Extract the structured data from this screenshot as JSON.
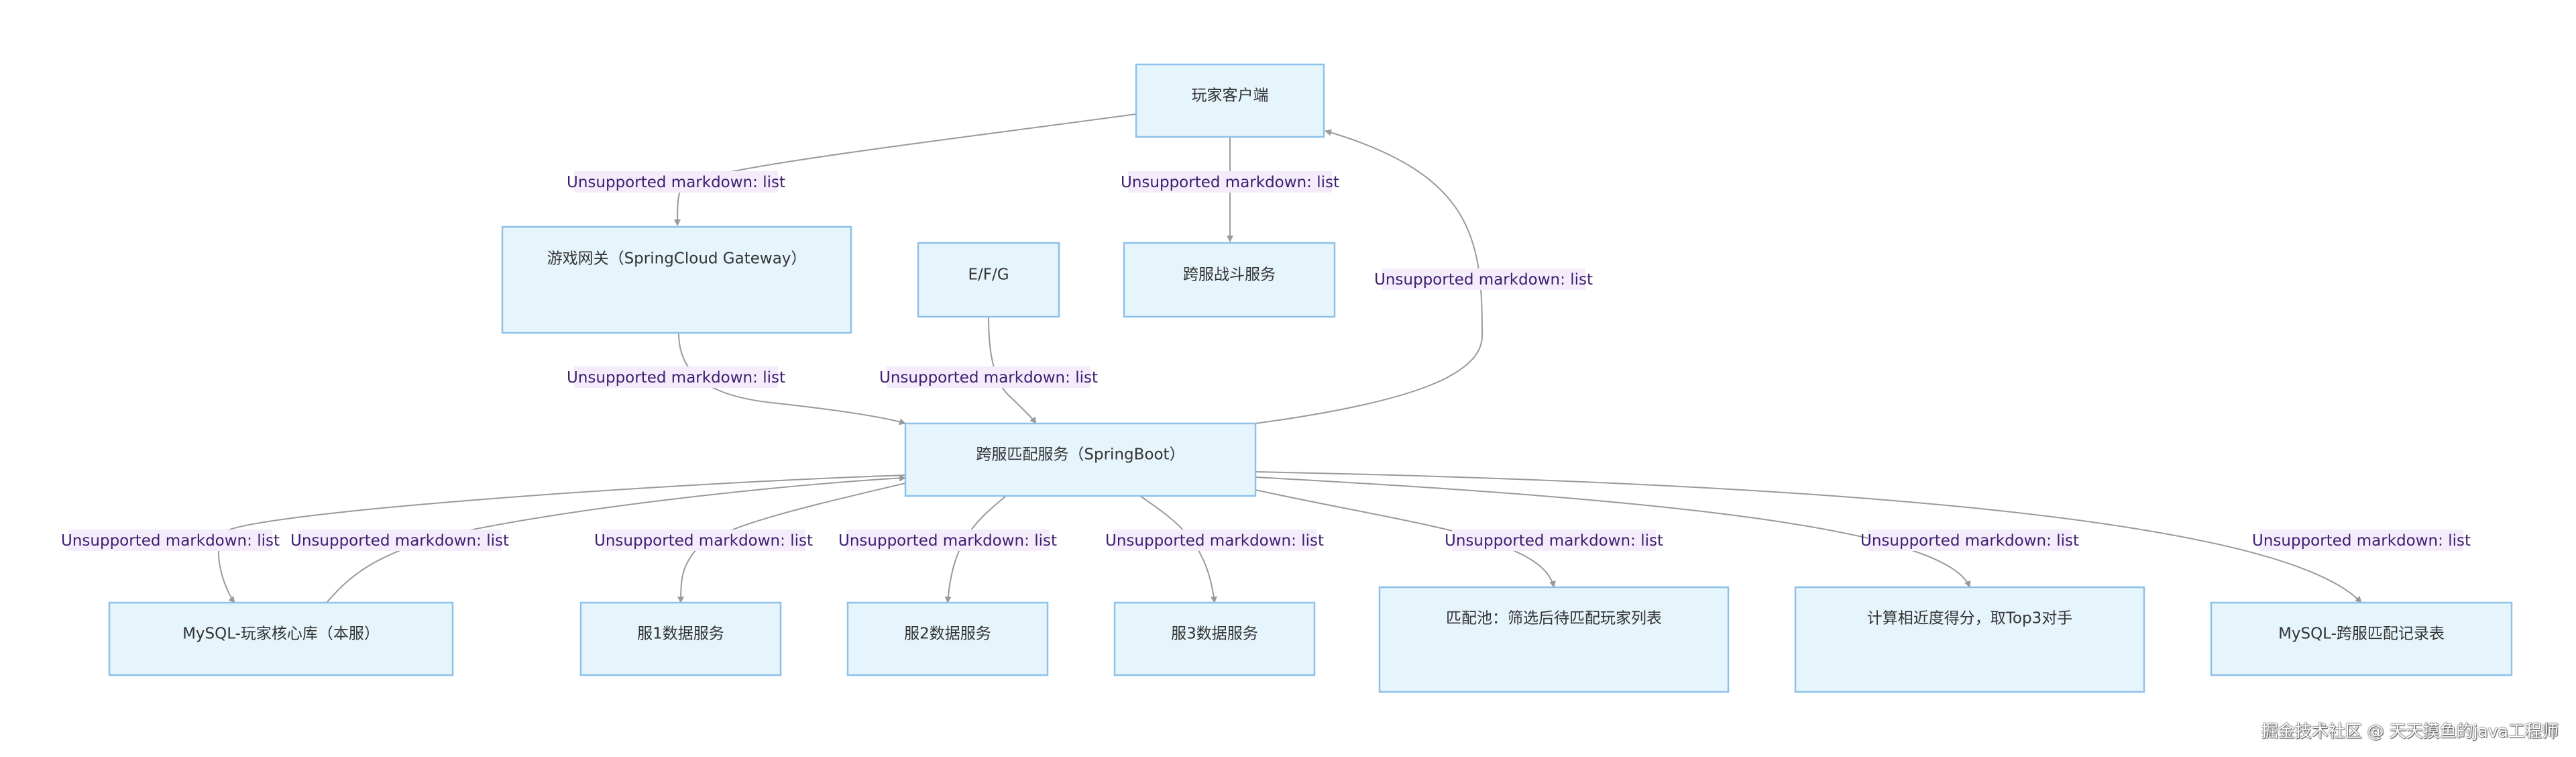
{
  "diagram": {
    "nodes": [
      {
        "id": "client",
        "label": "玩家客户端"
      },
      {
        "id": "gateway",
        "label": "游戏网关（SpringCloud Gateway）"
      },
      {
        "id": "efg",
        "label": "E/F/G"
      },
      {
        "id": "battle",
        "label": "跨服战斗服务"
      },
      {
        "id": "match",
        "label": "跨服匹配服务（SpringBoot）"
      },
      {
        "id": "mysql_core",
        "label": "MySQL-玩家核心库（本服）"
      },
      {
        "id": "s1",
        "label": "服1数据服务"
      },
      {
        "id": "s2",
        "label": "服2数据服务"
      },
      {
        "id": "s3",
        "label": "服3数据服务"
      },
      {
        "id": "pool",
        "label": "匹配池：筛选后待匹配玩家列表"
      },
      {
        "id": "calc",
        "label": "计算相近度得分，取Top3对手"
      },
      {
        "id": "mysql_record",
        "label": "MySQL-跨服匹配记录表"
      }
    ],
    "edges": [
      {
        "from": "client",
        "to": "gateway",
        "label": "Unsupported markdown: list"
      },
      {
        "from": "client",
        "to": "battle",
        "label": "Unsupported markdown: list"
      },
      {
        "from": "match",
        "to": "client",
        "label": "Unsupported markdown: list"
      },
      {
        "from": "gateway",
        "to": "match",
        "label": "Unsupported markdown: list"
      },
      {
        "from": "efg",
        "to": "match",
        "label": "Unsupported markdown: list"
      },
      {
        "from": "match",
        "to": "mysql_core",
        "label": "Unsupported markdown: list"
      },
      {
        "from": "mysql_core",
        "to": "match",
        "label": "Unsupported markdown: list"
      },
      {
        "from": "match",
        "to": "s1",
        "label": "Unsupported markdown: list"
      },
      {
        "from": "match",
        "to": "s2",
        "label": "Unsupported markdown: list"
      },
      {
        "from": "match",
        "to": "s3",
        "label": "Unsupported markdown: list"
      },
      {
        "from": "match",
        "to": "pool",
        "label": "Unsupported markdown: list"
      },
      {
        "from": "match",
        "to": "calc",
        "label": "Unsupported markdown: list"
      },
      {
        "from": "match",
        "to": "mysql_record",
        "label": "Unsupported markdown: list"
      }
    ]
  },
  "watermark": "掘金技术社区 @ 天天摸鱼的java工程师",
  "colors": {
    "node_fill": "#e6f4fb",
    "node_stroke": "#8ec1ea",
    "edge": "#9a9a9a",
    "edge_label_bg": "#f4ecfa",
    "edge_label_text": "#3d1e70"
  }
}
